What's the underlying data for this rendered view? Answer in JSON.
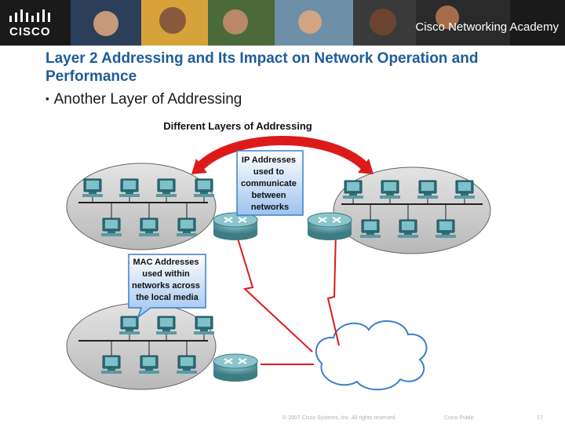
{
  "header": {
    "logo_text": "CISCO",
    "academy_text": "Cisco Networking Academy"
  },
  "slide": {
    "title": "Layer 2 Addressing and Its Impact on Network Operation and Performance",
    "bullet": "Another Layer of Addressing"
  },
  "diagram": {
    "title": "Different Layers of Addressing",
    "ip_callout": [
      "IP Addresses",
      "used to",
      "communicate",
      "between",
      "networks"
    ],
    "mac_callout": [
      "MAC Addresses",
      "used within",
      "networks across",
      "the local media"
    ],
    "colors": {
      "red": "#dd1a1a",
      "callout_blue": "#3c7ec9",
      "network_gray": "#c8c8c8",
      "router_teal": "#4f8f96"
    }
  },
  "footer": {
    "copyright": "© 2007 Cisco Systems, Inc. All rights reserved.",
    "classification": "Cisco Public",
    "page": "17"
  }
}
